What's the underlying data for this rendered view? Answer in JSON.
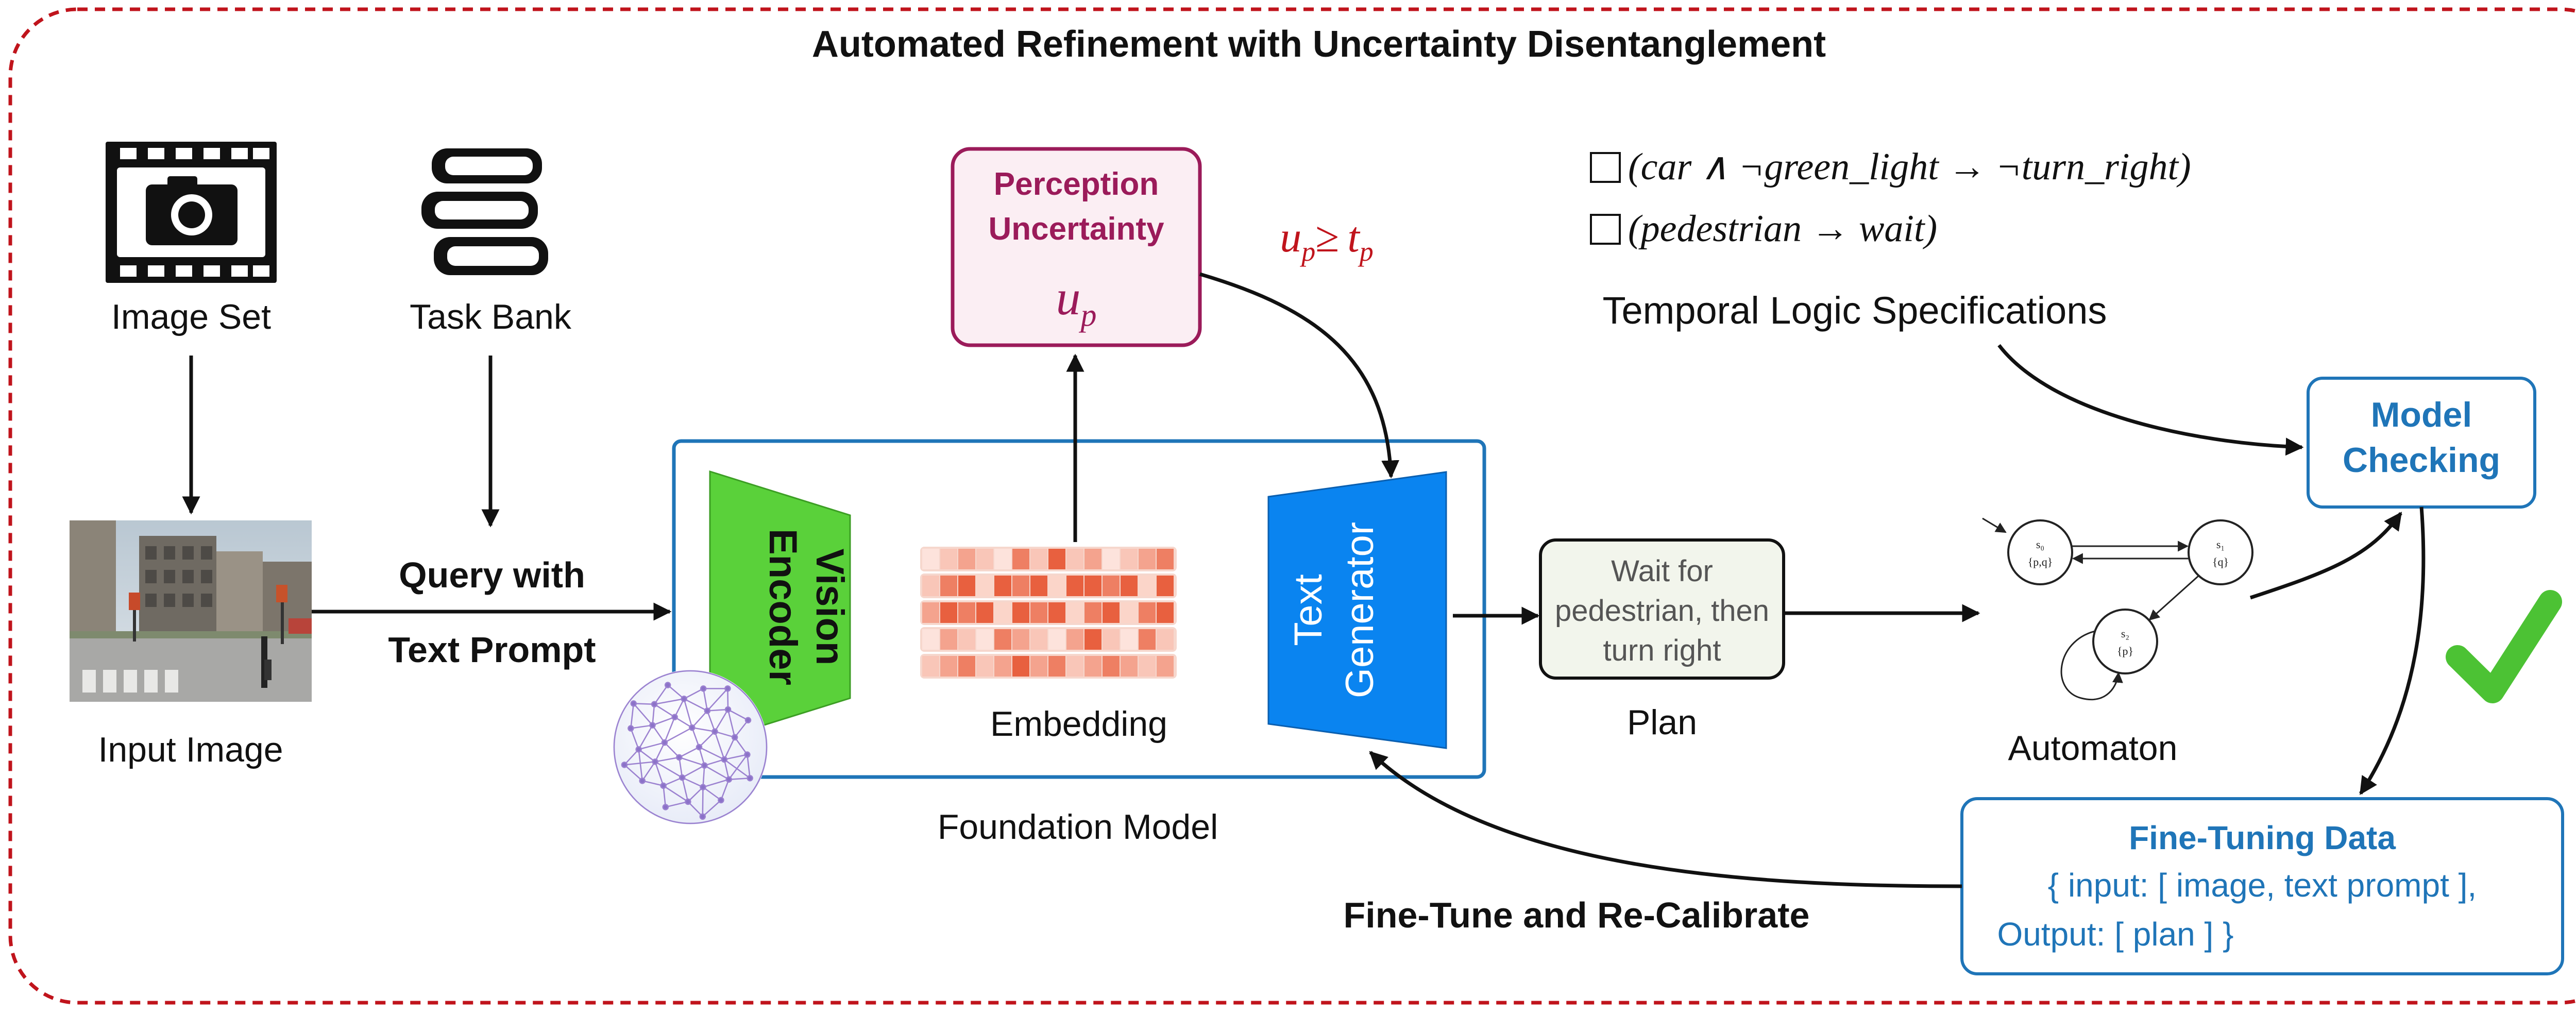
{
  "title": "Automated Refinement with Uncertainty Disentanglement",
  "image_set": {
    "label": "Image Set",
    "icon": "film-camera-icon"
  },
  "task_bank": {
    "label": "Task Bank",
    "icon": "books-icon"
  },
  "input_image": {
    "label": "Input Image"
  },
  "query": {
    "line1": "Query with",
    "line2": "Text Prompt"
  },
  "foundation_model": {
    "label": "Foundation Model",
    "vision_encoder": {
      "line1": "Vision",
      "line2": "Encoder"
    },
    "embedding": {
      "label": "Embedding"
    },
    "text_generator": {
      "line1": "Text",
      "line2": "Generator"
    },
    "icon": "neural-sphere-icon"
  },
  "perception": {
    "line1": "Perception",
    "line2": "Uncertainty",
    "symbol": "u",
    "subscript": "p",
    "threshold": {
      "lhs": "u",
      "lhs_sub": "p",
      "op": "≥",
      "rhs": "t",
      "rhs_sub": "p"
    }
  },
  "plan": {
    "label": "Plan",
    "box_lines": [
      "Wait for",
      "pedestrian, then",
      "turn right"
    ]
  },
  "specifications": {
    "label": "Temporal Logic Specifications",
    "formulas": [
      "(car ∧ ¬green_light → ¬turn_right)",
      "(pedestrian → wait)"
    ]
  },
  "automaton": {
    "label": "Automaton",
    "states": [
      {
        "name": "s₀",
        "props": "{p,q}"
      },
      {
        "name": "s₁",
        "props": "{q}"
      },
      {
        "name": "s₂",
        "props": "{p}"
      }
    ]
  },
  "model_checking": {
    "line1": "Model",
    "line2": "Checking"
  },
  "fine_tuning_data": {
    "title": "Fine-Tuning Data",
    "line1": "{ input: [ image, text prompt ],",
    "line2": "Output: [ plan ] }"
  },
  "feedback": {
    "label": "Fine-Tune and Re-Calibrate"
  },
  "colors": {
    "frame_red": "#c0141c",
    "perception": "#9b1b5a",
    "vision_green": "#5ad13a",
    "text_generator_blue": "#0a84f0",
    "accent_blue": "#1f75b8",
    "check_green": "#4cc234",
    "threshold_red": "#c0141c"
  }
}
